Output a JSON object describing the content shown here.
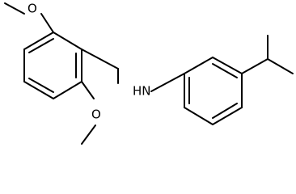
{
  "molecule": {
    "atom_labels": {
      "methoxy_top": "O",
      "methoxy_bottom": "O",
      "amine": "HN"
    }
  },
  "colors": {
    "bond": "#000000",
    "label": "#000000",
    "background": "#ffffff"
  }
}
